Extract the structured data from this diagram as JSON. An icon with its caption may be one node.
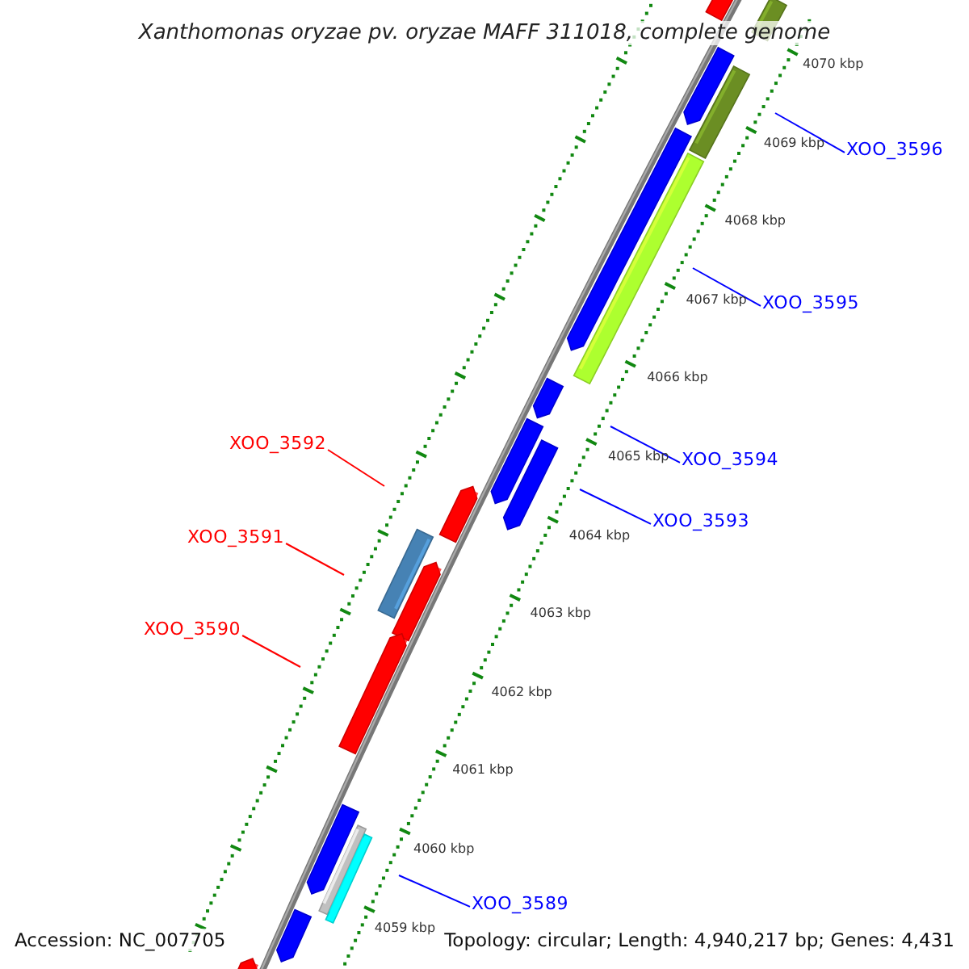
{
  "diagram": {
    "title": "Xanthomonas oryzae pv. oryzae MAFF 311018, complete genome",
    "nodes": [
      {
        "text": [
          "XOO_3596"
        ]
      },
      {
        "text": [
          "XOO_3595"
        ]
      },
      {
        "text": [
          "XOO_3592"
        ]
      },
      {
        "text": [
          "XOO_3594"
        ]
      },
      {
        "text": [
          "XOO_3593"
        ]
      },
      {
        "text": [
          "XOO_3591"
        ]
      },
      {
        "text": [
          "XOO_3590"
        ]
      },
      {
        "text": [
          "XOO_3589"
        ]
      }
    ],
    "edges": [
      {
        "from": 0,
        "to": null,
        "arrow": "none"
      },
      {
        "from": 1,
        "to": null,
        "arrow": "none"
      },
      {
        "from": 2,
        "to": null,
        "arrow": "none",
        "color": "#ff0000"
      },
      {
        "from": 3,
        "to": null,
        "arrow": "none"
      },
      {
        "from": 4,
        "to": null,
        "arrow": "none"
      },
      {
        "from": 5,
        "to": null,
        "arrow": "none",
        "color": "#ff0000"
      },
      {
        "from": 6,
        "to": null,
        "arrow": "none",
        "color": "#ff0000"
      },
      {
        "from": 7,
        "to": null,
        "arrow": "none"
      }
    ],
    "labels": [
      "4070 kbp",
      "4069 kbp",
      "4068 kbp",
      "4067 kbp",
      "4066 kbp",
      "4065 kbp",
      "4064 kbp",
      "4063 kbp",
      "4062 kbp",
      "4061 kbp",
      "4060 kbp",
      "4059 kbp",
      "Accession: NC_007705",
      "Topology: circular; Length: 4,940,217 bp; Genes: 4,431"
    ]
  }
}
